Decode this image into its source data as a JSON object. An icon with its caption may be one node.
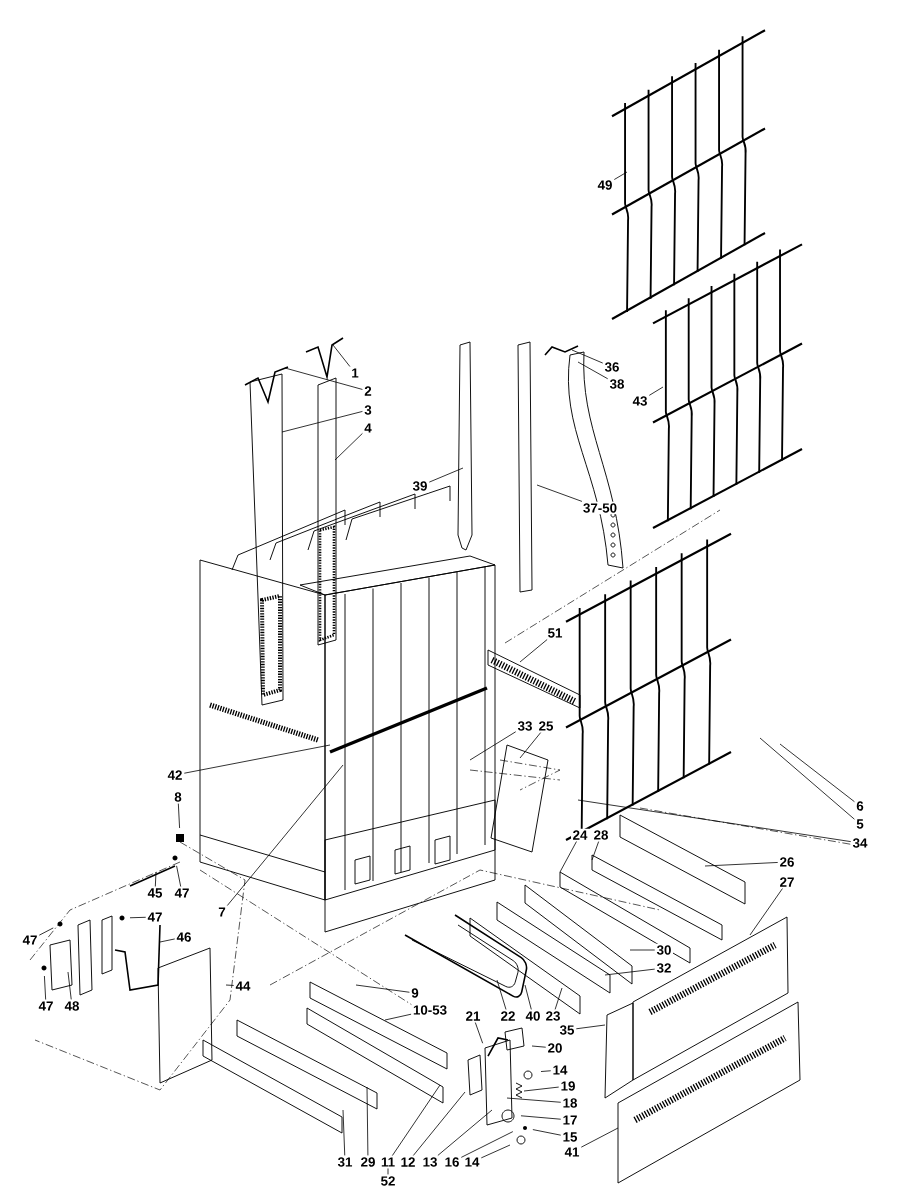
{
  "diagram": {
    "nodes": [
      {
        "text": [
          "49"
        ]
      },
      {
        "text": [
          "1"
        ]
      },
      {
        "text": [
          "36"
        ]
      },
      {
        "text": [
          "2"
        ]
      },
      {
        "text": [
          "38"
        ]
      },
      {
        "text": [
          "43"
        ]
      },
      {
        "text": [
          "3"
        ]
      },
      {
        "text": [
          "4"
        ]
      },
      {
        "text": [
          "39"
        ]
      },
      {
        "text": [
          "37-50"
        ]
      },
      {
        "text": [
          "51"
        ]
      },
      {
        "text": [
          "33"
        ]
      },
      {
        "text": [
          "25"
        ]
      },
      {
        "text": [
          "42"
        ]
      },
      {
        "text": [
          "8"
        ]
      },
      {
        "text": [
          "6"
        ]
      },
      {
        "text": [
          "5"
        ]
      },
      {
        "text": [
          "34"
        ]
      },
      {
        "text": [
          "24"
        ]
      },
      {
        "text": [
          "28"
        ]
      },
      {
        "text": [
          "26"
        ]
      },
      {
        "text": [
          "27"
        ]
      },
      {
        "text": [
          "45"
        ]
      },
      {
        "text": [
          "47"
        ]
      },
      {
        "text": [
          "7"
        ]
      },
      {
        "text": [
          "47"
        ]
      },
      {
        "text": [
          "46"
        ]
      },
      {
        "text": [
          "47"
        ]
      },
      {
        "text": [
          "30"
        ]
      },
      {
        "text": [
          "32"
        ]
      },
      {
        "text": [
          "44"
        ]
      },
      {
        "text": [
          "9"
        ]
      },
      {
        "text": [
          "47"
        ]
      },
      {
        "text": [
          "48"
        ]
      },
      {
        "text": [
          "10-53"
        ]
      },
      {
        "text": [
          "21"
        ]
      },
      {
        "text": [
          "22"
        ]
      },
      {
        "text": [
          "40"
        ]
      },
      {
        "text": [
          "23"
        ]
      },
      {
        "text": [
          "35"
        ]
      },
      {
        "text": [
          "20"
        ]
      },
      {
        "text": [
          "14"
        ]
      },
      {
        "text": [
          "19"
        ]
      },
      {
        "text": [
          "18"
        ]
      },
      {
        "text": [
          "17"
        ]
      },
      {
        "text": [
          "15"
        ]
      },
      {
        "text": [
          "41"
        ]
      },
      {
        "text": [
          "31"
        ]
      },
      {
        "text": [
          "29"
        ]
      },
      {
        "text": [
          "11"
        ]
      },
      {
        "text": [
          "12"
        ]
      },
      {
        "text": [
          "13"
        ]
      },
      {
        "text": [
          "16"
        ]
      },
      {
        "text": [
          "14"
        ]
      }
    ],
    "edges": [
      {
        "from": 0,
        "to": null,
        "arrow": "none"
      },
      {
        "from": 1,
        "to": null,
        "arrow": "none"
      },
      {
        "from": 2,
        "to": null,
        "arrow": "none"
      },
      {
        "from": 3,
        "to": null,
        "arrow": "none"
      },
      {
        "from": 4,
        "to": null,
        "arrow": "none"
      },
      {
        "from": 5,
        "to": null,
        "arrow": "none"
      },
      {
        "from": 6,
        "to": null,
        "arrow": "none"
      },
      {
        "from": 7,
        "to": null,
        "arrow": "none"
      },
      {
        "from": 8,
        "to": null,
        "arrow": "none"
      },
      {
        "from": 9,
        "to": null,
        "arrow": "none"
      },
      {
        "from": 10,
        "to": null,
        "arrow": "none"
      },
      {
        "from": 11,
        "to": null,
        "arrow": "none"
      },
      {
        "from": 12,
        "to": null,
        "arrow": "none"
      },
      {
        "from": 13,
        "to": null,
        "arrow": "none"
      },
      {
        "from": 14,
        "to": null,
        "arrow": "none"
      },
      {
        "from": 15,
        "to": null,
        "arrow": "none"
      },
      {
        "from": 16,
        "to": null,
        "arrow": "none"
      },
      {
        "from": 17,
        "to": null,
        "arrow": "none"
      },
      {
        "from": 18,
        "to": null,
        "arrow": "none"
      },
      {
        "from": 19,
        "to": null,
        "arrow": "none"
      },
      {
        "from": 20,
        "to": null,
        "arrow": "none"
      },
      {
        "from": 21,
        "to": null,
        "arrow": "none"
      },
      {
        "from": 22,
        "to": null,
        "arrow": "none"
      },
      {
        "from": 23,
        "to": null,
        "arrow": "none"
      },
      {
        "from": 24,
        "to": null,
        "arrow": "none"
      },
      {
        "from": 25,
        "to": null,
        "arrow": "none"
      },
      {
        "from": 26,
        "to": null,
        "arrow": "none"
      },
      {
        "from": 27,
        "to": null,
        "arrow": "none"
      },
      {
        "from": 28,
        "to": null,
        "arrow": "none"
      },
      {
        "from": 29,
        "to": null,
        "arrow": "none"
      },
      {
        "from": 30,
        "to": null,
        "arrow": "none"
      },
      {
        "from": 31,
        "to": null,
        "arrow": "none"
      },
      {
        "from": 32,
        "to": null,
        "arrow": "none"
      },
      {
        "from": 33,
        "to": null,
        "arrow": "none"
      },
      {
        "from": 34,
        "to": null,
        "arrow": "none"
      },
      {
        "from": 35,
        "to": null,
        "arrow": "none"
      },
      {
        "from": 36,
        "to": null,
        "arrow": "none"
      },
      {
        "from": 37,
        "to": null,
        "arrow": "none"
      },
      {
        "from": 38,
        "to": null,
        "arrow": "none"
      },
      {
        "from": 39,
        "to": null,
        "arrow": "none"
      },
      {
        "from": 40,
        "to": null,
        "arrow": "none"
      },
      {
        "from": 41,
        "to": null,
        "arrow": "none"
      },
      {
        "from": 42,
        "to": null,
        "arrow": "none"
      },
      {
        "from": 43,
        "to": null,
        "arrow": "none"
      },
      {
        "from": 44,
        "to": null,
        "arrow": "none"
      },
      {
        "from": 45,
        "to": null,
        "arrow": "none"
      },
      {
        "from": 46,
        "to": null,
        "arrow": "none"
      },
      {
        "from": 47,
        "to": null,
        "arrow": "none"
      },
      {
        "from": 48,
        "to": null,
        "arrow": "none"
      },
      {
        "from": 49,
        "to": null,
        "arrow": "none"
      },
      {
        "from": 50,
        "to": null,
        "arrow": "none"
      },
      {
        "from": 51,
        "to": null,
        "arrow": "none"
      },
      {
        "from": 52,
        "to": null,
        "arrow": "none"
      },
      {
        "from": 53,
        "to": null,
        "arrow": "none"
      }
    ],
    "labels": [
      "52"
    ]
  }
}
